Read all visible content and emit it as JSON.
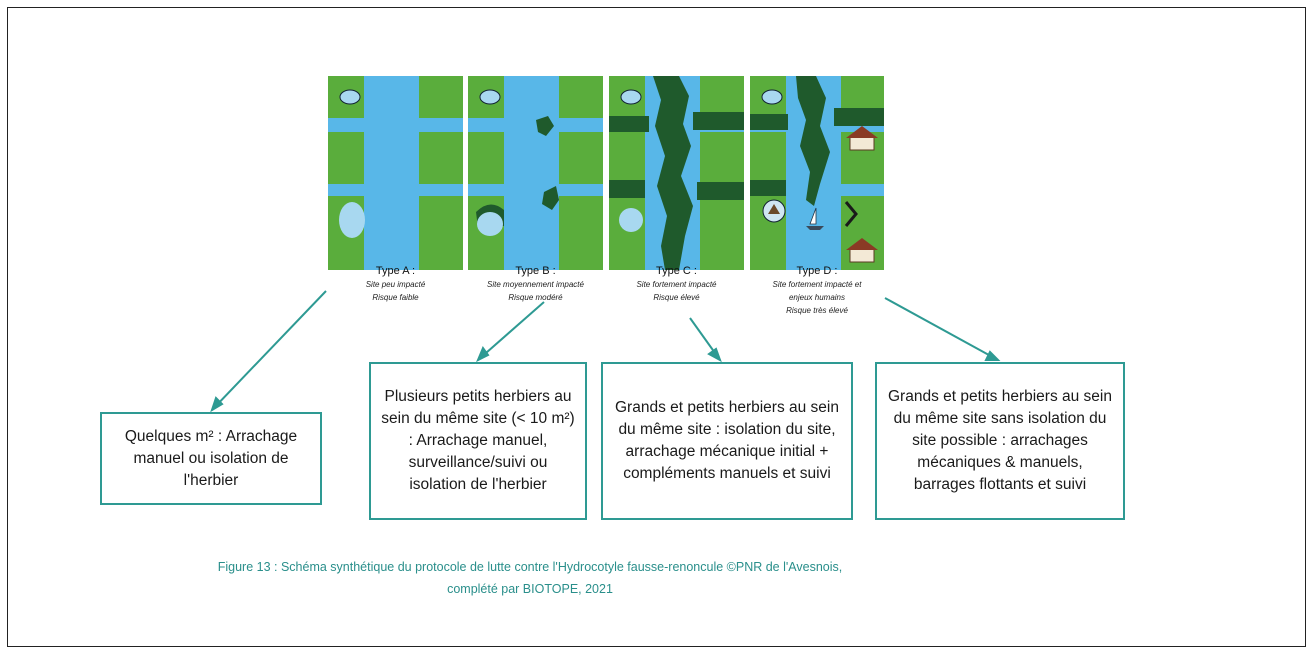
{
  "panels": [
    {
      "type": "Type A :",
      "line1": "Site peu impacté",
      "line2": "Risque faible",
      "line3": ""
    },
    {
      "type": "Type B :",
      "line1": "Site moyennement impacté",
      "line2": "Risque modéré",
      "line3": ""
    },
    {
      "type": "Type C :",
      "line1": "Site fortement impacté",
      "line2": "Risque élevé",
      "line3": ""
    },
    {
      "type": "Type D :",
      "line1": "Site fortement impacté et",
      "line2": "enjeux humains",
      "line3": "Risque très élevé"
    }
  ],
  "boxes": [
    {
      "text": "Quelques m² : Arrachage manuel ou isolation de l'herbier"
    },
    {
      "text": "Plusieurs petits herbiers au sein du même site (< 10 m²) : Arrachage manuel, surveillance/suivi ou isolation de l'herbier"
    },
    {
      "text": "Grands et petits herbiers au sein du même site : isolation du site, arrachage mécanique initial + compléments manuels et suivi"
    },
    {
      "text": "Grands et petits herbiers au sein du même site sans isolation du site possible : arrachages mécaniques & manuels, barrages flottants et suivi"
    }
  ],
  "caption": {
    "line1": "Figure 13 : Schéma synthétique du protocole de lutte contre l'Hydrocotyle fausse-renoncule ©PNR de l'Avesnois,",
    "line2": "complété par BIOTOPE, 2021"
  },
  "colors": {
    "water": "#58b7e8",
    "grass": "#5aad3c",
    "herbier": "#1f5a2c",
    "accent": "#2e9a93"
  }
}
